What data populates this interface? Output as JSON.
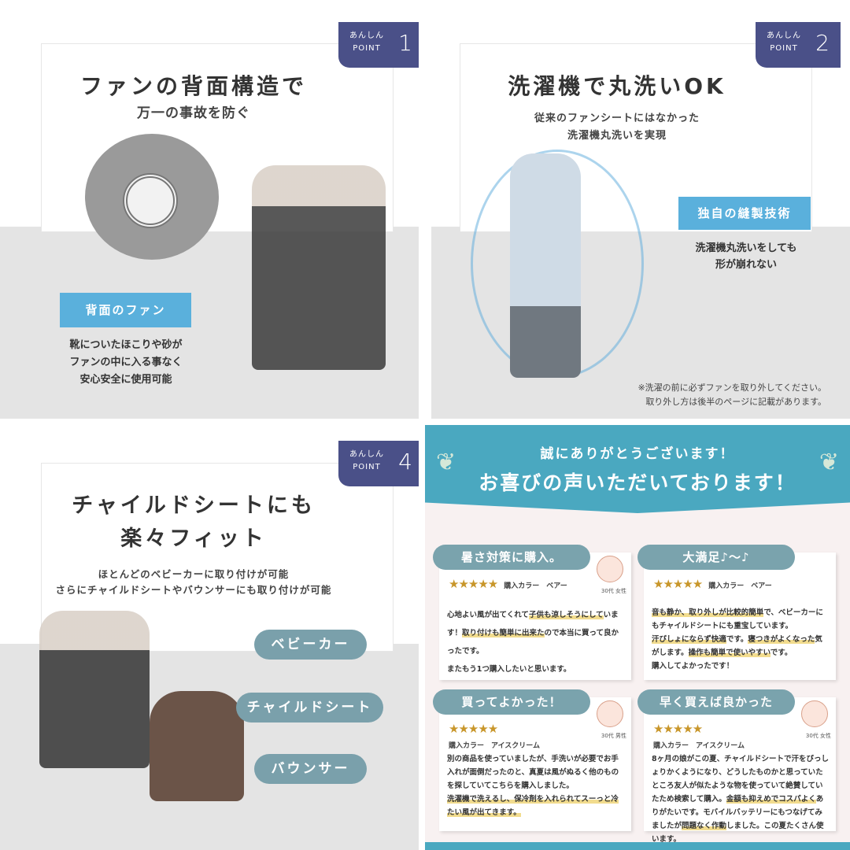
{
  "point1": {
    "badge_small": "あんしん\nPOINT",
    "badge_num": "1",
    "title": "ファンの背面構造で",
    "subtitle": "万一の事故を防ぐ",
    "label": "背面のファン",
    "desc": [
      "靴についたほこりや砂が",
      "ファンの中に入る事なく",
      "安心安全に使用可能"
    ]
  },
  "point2": {
    "badge_small": "あんしん\nPOINT",
    "badge_num": "2",
    "title": "洗濯機で丸洗いOK",
    "subtitle": [
      "従来のファンシートにはなかった",
      "洗濯機丸洗いを実現"
    ],
    "label": "独自の縫製技術",
    "desc": [
      "洗濯機丸洗いをしても",
      "形が崩れない"
    ],
    "note": [
      "※洗濯の前に必ずファンを取り外してください。",
      "取り外し方は後半のページに記載があります。"
    ]
  },
  "point4": {
    "badge_small": "あんしん\nPOINT",
    "badge_num": "4",
    "title": [
      "チャイルドシートにも",
      "楽々フィット"
    ],
    "desc": [
      "ほとんどのベビーカーに取り付けが可能",
      "さらにチャイルドシートやバウンサーにも取り付けが可能"
    ],
    "pills": [
      "ベビーカー",
      "チャイルドシート",
      "バウンサー"
    ]
  },
  "reviews_section": {
    "top": "誠にありがとうございます！",
    "headline": "お喜びの声いただいております！",
    "colors": {
      "header": "#4aa8c0",
      "pill": "#7aa3ad",
      "star": "#c8962a",
      "highlight": "#f2dc8e"
    },
    "reviews": [
      {
        "title": "暑さ対策に購入。",
        "stars": "★★★★★",
        "color": "購入カラー　ベアー",
        "age": "30代 女性",
        "body": [
          {
            "t": "心地よい風が出てくれて"
          },
          {
            "t": "子供も涼しそうにして",
            "h": true
          },
          {
            "t": "います！"
          },
          {
            "t": "取り付けも簡単に出来た",
            "h": true
          },
          {
            "t": "ので本当に買って良かったです。\nまたもう1つ購入したいと思います。"
          }
        ]
      },
      {
        "title": "大満足♪〜♪",
        "stars": "★★★★★",
        "color": "購入カラー　ベアー",
        "age": "",
        "body": [
          {
            "t": "音も静か、取り外しが比較的簡単",
            "h": true
          },
          {
            "t": "で、ベビーカーにもチャイルドシートにも重宝しています。\n"
          },
          {
            "t": "汗びしょにならず快適",
            "h": true
          },
          {
            "t": "です。"
          },
          {
            "t": "寝つきがよくなった",
            "h": true
          },
          {
            "t": "気がします。"
          },
          {
            "t": "操作も簡単で使いやすい",
            "h": true
          },
          {
            "t": "です。\n購入してよかったです！"
          }
        ]
      },
      {
        "title": "買ってよかった！",
        "stars": "★★★★★",
        "color": "購入カラー　アイスクリーム",
        "age": "30代 男性",
        "body": [
          {
            "t": "別の商品を使っていましたが、手洗いが必要でお手入れが面倒だったのと、真夏は風がぬるく他のものを探していてこちらを購入しました。\n"
          },
          {
            "t": "洗濯機で洗えるし、保冷剤を入れられてスーっと冷たい風が出てきます。",
            "h": true
          }
        ]
      },
      {
        "title": "早く買えば良かった",
        "stars": "★★★★★",
        "color": "購入カラー　アイスクリーム",
        "age": "30代 女性",
        "body": [
          {
            "t": "8ヶ月の娘がこの夏、チャイルドシートで汗をびっしょりかくようになり、どうしたものかと思っていたところ友人が似たような物を使っていて絶賛していたため検索して購入。"
          },
          {
            "t": "金額も抑えめでコスパよく",
            "h": true
          },
          {
            "t": "ありがたいです。モバイルバッテリーにもつなげてみましたが"
          },
          {
            "t": "問題なく作動",
            "h": true
          },
          {
            "t": "しました。この夏たくさん使います。"
          }
        ]
      }
    ]
  }
}
